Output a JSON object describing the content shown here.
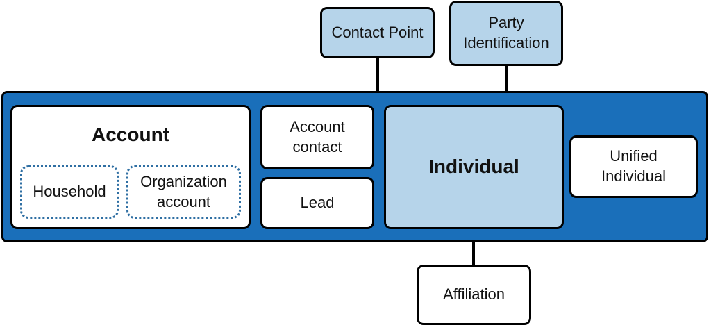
{
  "colors": {
    "band_fill": "#1a6fba",
    "light_fill": "#b6d4ea",
    "dotted_border": "#2f6fa3",
    "stroke": "#000000"
  },
  "diagram": {
    "top_nodes": {
      "contact_point": "Contact Point",
      "party_identification": "Party\nIdentification"
    },
    "account": {
      "title": "Account",
      "household": "Household",
      "organization_account": "Organization\naccount"
    },
    "account_contact": "Account\ncontact",
    "lead": "Lead",
    "individual": "Individual",
    "unified_individual": "Unified\nIndividual",
    "affiliation": "Affiliation"
  }
}
